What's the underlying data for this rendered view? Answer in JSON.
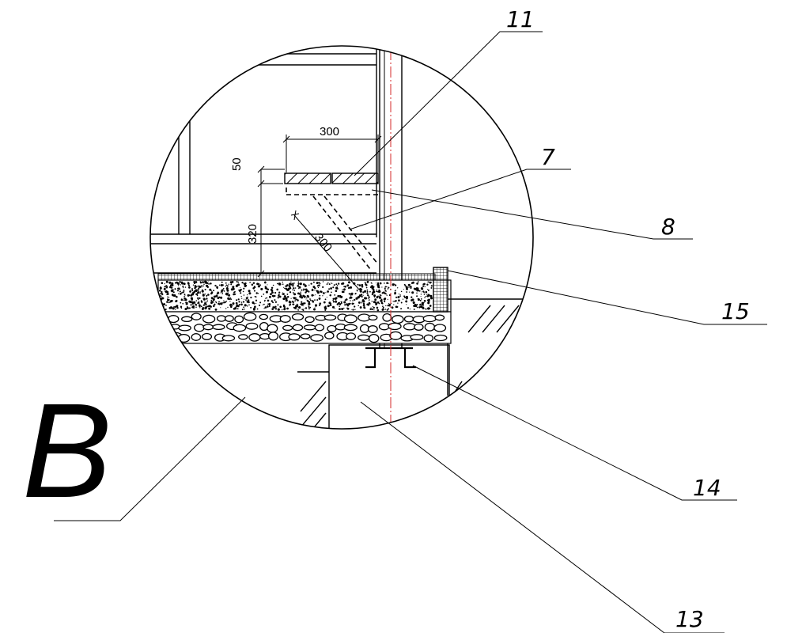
{
  "detail": {
    "letter": "B"
  },
  "dimensions": {
    "slab_width": "300",
    "slab_thickness": "50",
    "slab_height": "320",
    "brace_length": "300"
  },
  "callouts": {
    "c11": "11",
    "c7": "7",
    "c8": "8",
    "c15": "15",
    "c14": "14",
    "c13": "13"
  }
}
